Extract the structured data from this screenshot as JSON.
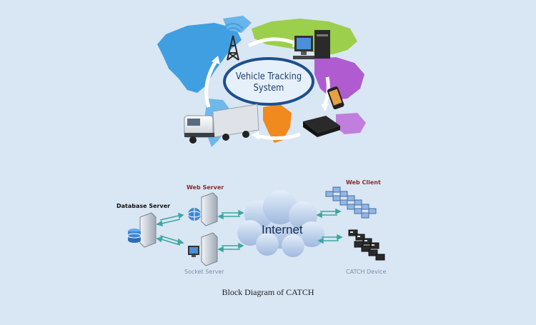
{
  "vts": {
    "title_line1": "Vehicle Tracking",
    "title_line2": "System"
  },
  "block": {
    "database_server": "Database Server",
    "web_server": "Web Server",
    "socket_server": "Socket Server",
    "internet": "Internet",
    "web_client": "Web Client",
    "catch_device": "CATCH Device"
  },
  "caption": "Block Diagram of CATCH",
  "colors": {
    "background": "#d9e6f3",
    "map_blue": "#3f9fe0",
    "map_green": "#9ccf4b",
    "map_purple": "#b05bd0",
    "map_orange": "#f08a1e",
    "ellipse_border": "#1d4f8c",
    "arrow_teal": "#3aa7a0",
    "cloud": "#b9cdea"
  }
}
